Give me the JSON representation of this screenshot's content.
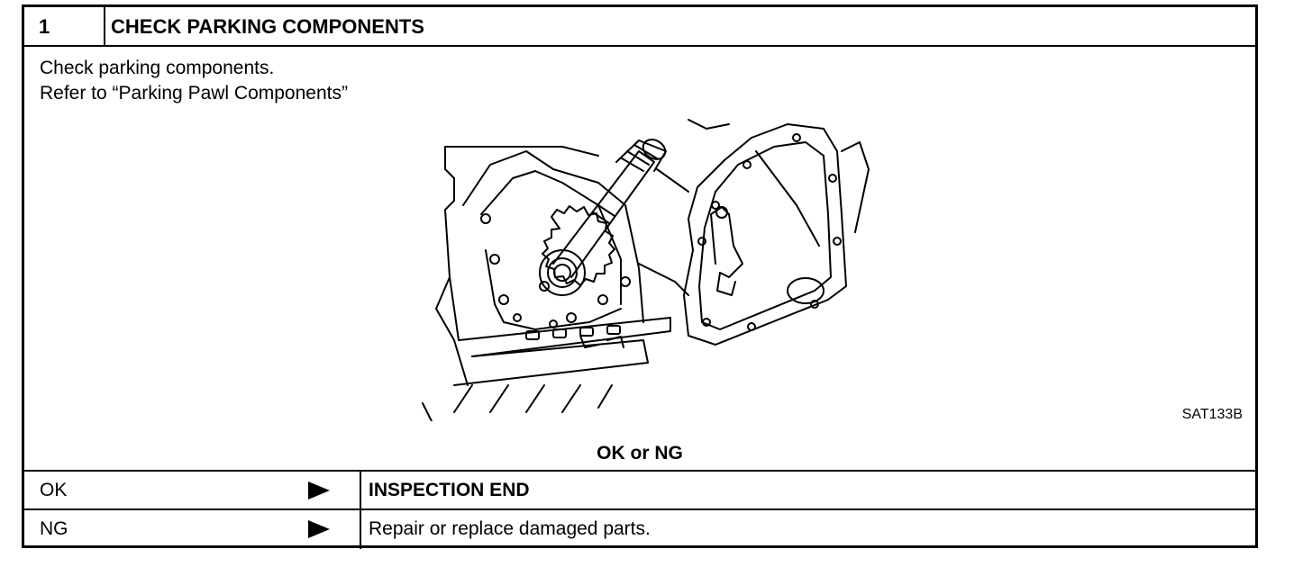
{
  "step": {
    "number": "1",
    "title": "CHECK PARKING COMPONENTS"
  },
  "instructions": [
    "Check parking components.",
    "Refer to “Parking Pawl Components”"
  ],
  "figure": {
    "code": "SAT133B"
  },
  "question": "OK or NG",
  "results": [
    {
      "key": "OK",
      "action": "INSPECTION END",
      "action_bold": true
    },
    {
      "key": "NG",
      "action": "Repair or replace damaged parts.",
      "action_bold": false
    }
  ]
}
